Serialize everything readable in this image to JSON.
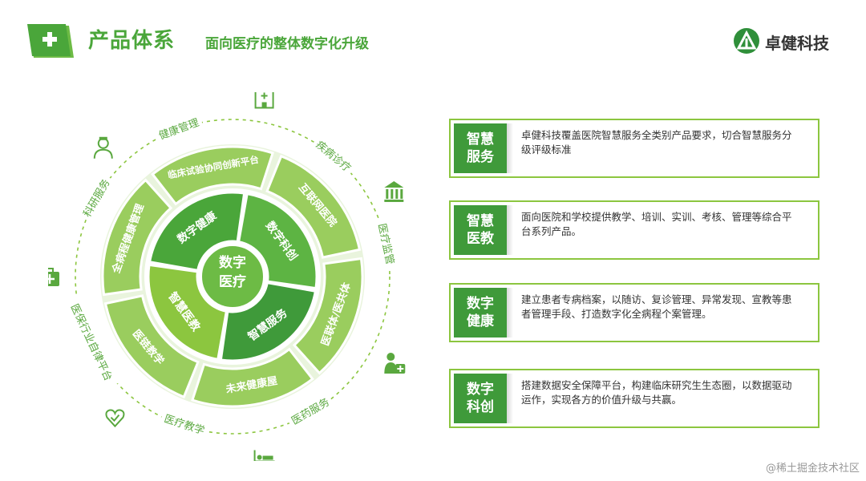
{
  "header": {
    "title": "产品体系",
    "subtitle": "面向医疗的整体数字化升级",
    "brand": "卓健科技"
  },
  "colors": {
    "brand_green": "#4aa63a",
    "dark_green": "#3f9a3a",
    "mid_green": "#5db443",
    "light_green": "#8cc63f",
    "outer_green": "#9acd5e"
  },
  "diagram": {
    "center": "数字医疗",
    "inner_segments": [
      "数字健康",
      "数字科创",
      "智慧服务",
      "智慧医教"
    ],
    "middle_segments": [
      "临床试验协同创新平台",
      "互联网医院",
      "医联体/医共体",
      "未来健康屋",
      "医链教学",
      "全病程健康管理"
    ],
    "outer_labels": [
      "健康管理",
      "疾病诊疗",
      "医疗监管",
      "医药服务",
      "医疗教学",
      "医保行业自律平台",
      "科研服务"
    ],
    "icons": [
      "nurse-icon",
      "hospital-icon",
      "bank-icon",
      "doctor-plus-icon",
      "patient-bed-icon",
      "heart-hands-icon",
      "medical-kit-icon"
    ]
  },
  "cards": [
    {
      "label": "智慧服务",
      "desc": "卓健科技覆盖医院智慧服务全类别产品要求，切合智慧服务分级评级标准"
    },
    {
      "label": "智慧医教",
      "desc": "面向医院和学校提供教学、培训、实训、考核、管理等综合平台系列产品。"
    },
    {
      "label": "数字健康",
      "desc": "建立患者专病档案，以随访、复诊管理、异常发现、宣教等患者管理手段、打造数字化全病程个案管理。"
    },
    {
      "label": "数字科创",
      "desc": "搭建数据安全保障平台，构建临床研究生生态圈，以数据驱动运作，实现各方的价值升级与共赢。"
    }
  ],
  "watermark": "@稀土掘金技术社区"
}
